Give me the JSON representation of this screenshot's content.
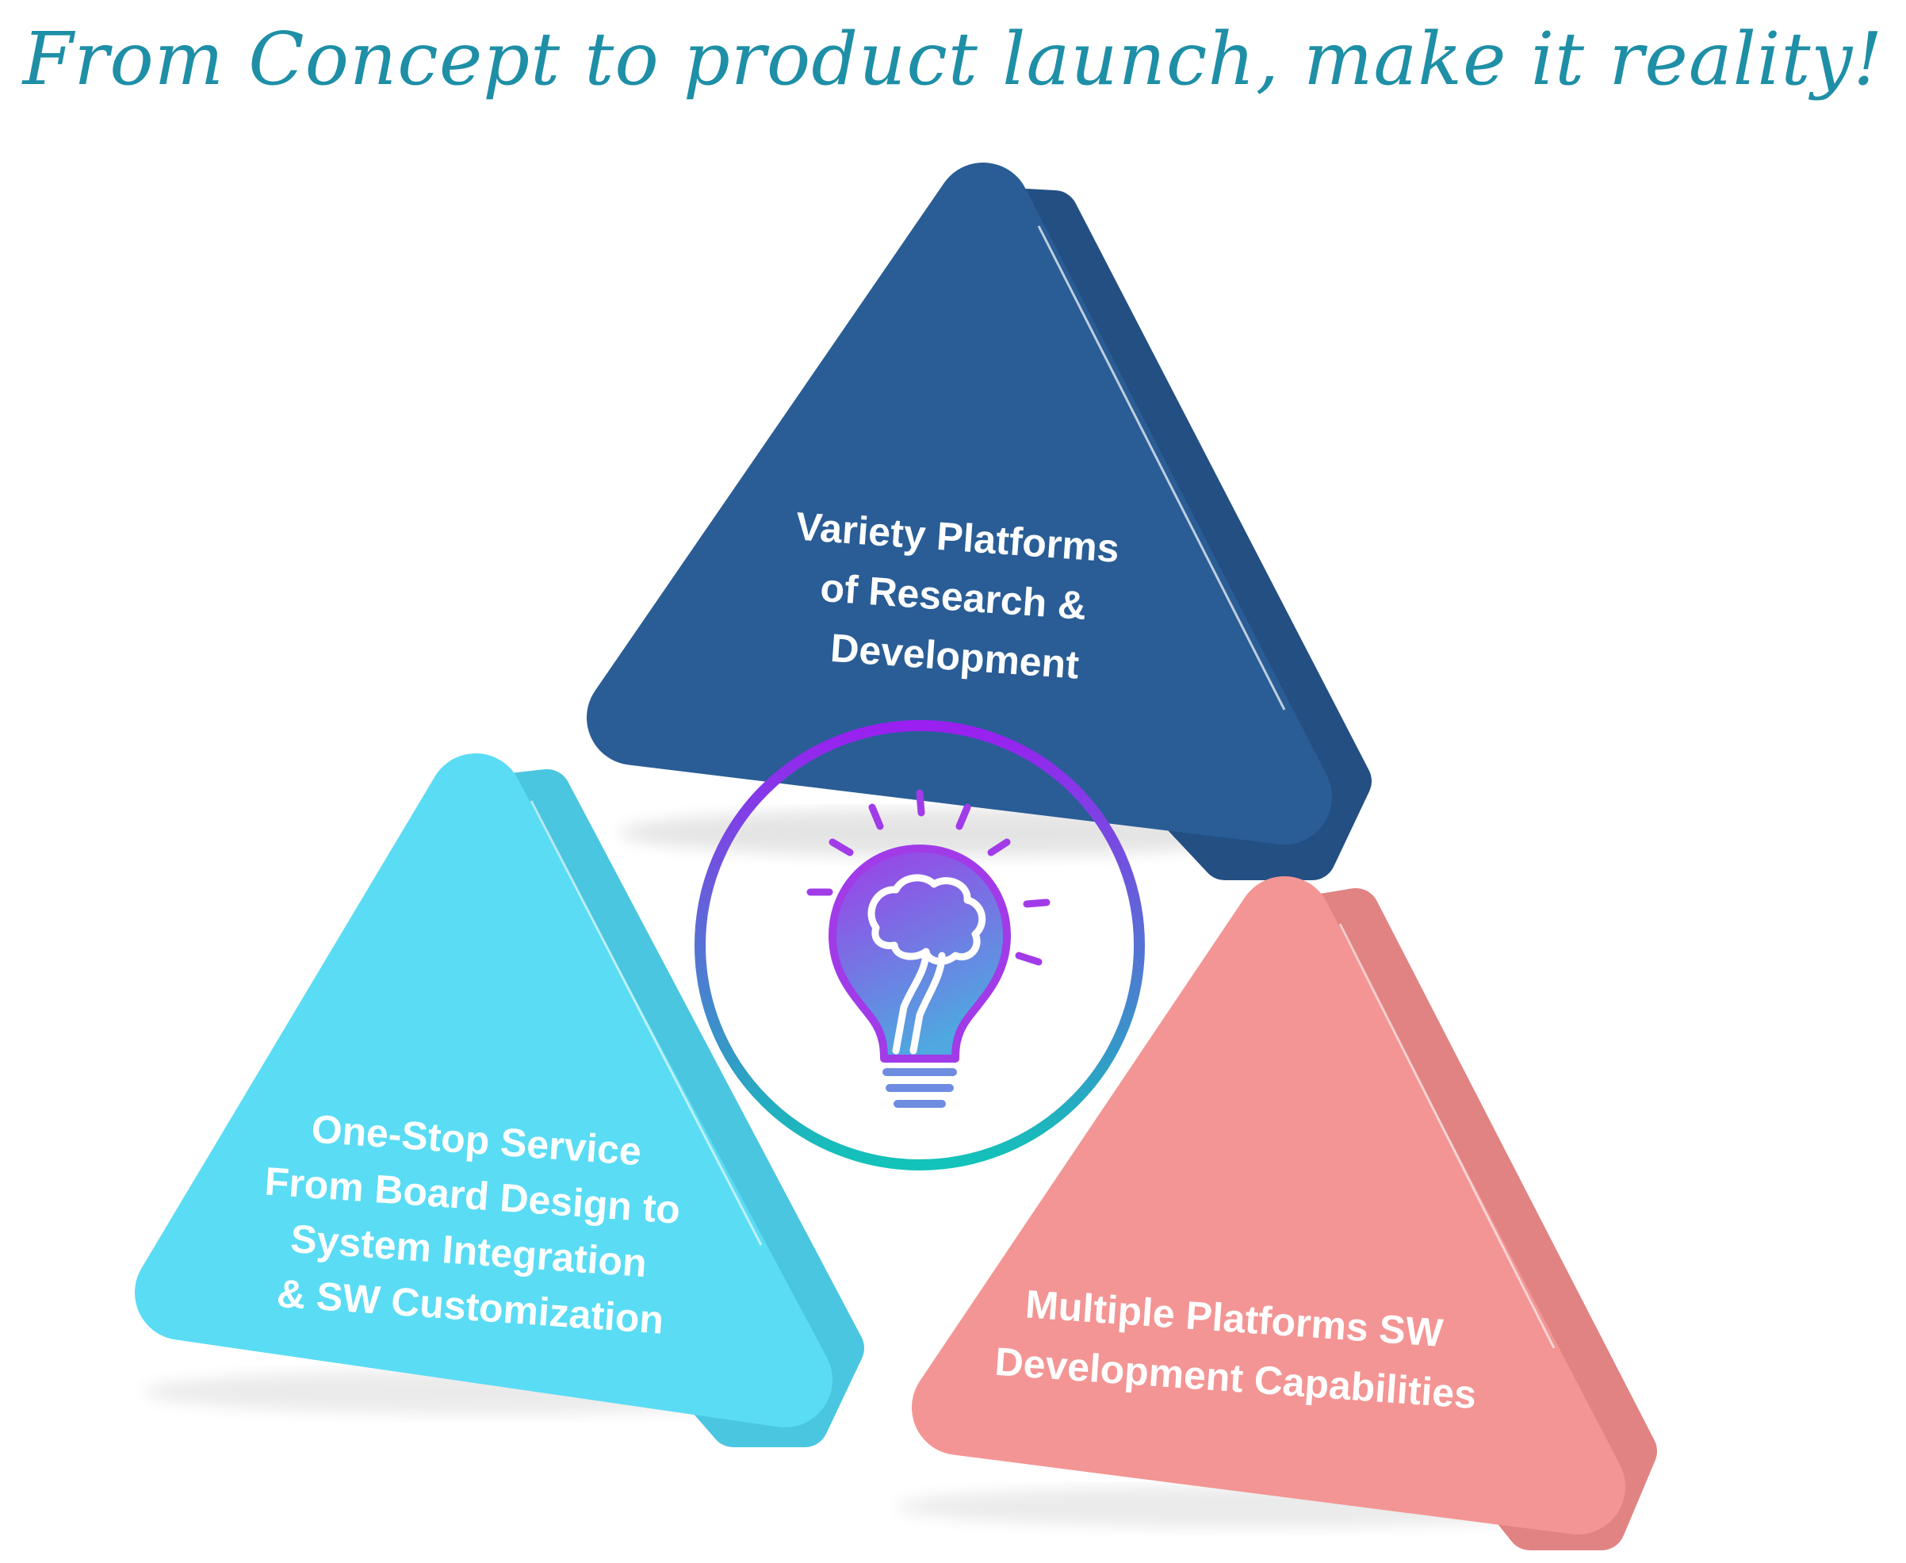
{
  "title": "From Concept to product launch, make it reality!",
  "colors": {
    "title": "#1E8FA6",
    "top_front": "#2A5D96",
    "top_side": "#244F83",
    "left_front": "#5ADCF4",
    "left_side": "#4AC6E0",
    "right_front": "#F39594",
    "right_side": "#E08382",
    "ring_top": "#9B1FF0",
    "ring_bottom": "#12C3B9",
    "bulb_top": "#A13BE8",
    "bulb_bottom": "#4FA8E0"
  },
  "center": {
    "icon": "lightbulb-brain-icon"
  },
  "triangles": {
    "top": {
      "lines": [
        "Variety Platforms",
        "of Research &",
        "Development"
      ]
    },
    "left": {
      "lines": [
        "One-Stop Service",
        "From Board Design to",
        "System Integration",
        "& SW Customization"
      ]
    },
    "right": {
      "lines": [
        "Multiple Platforms SW",
        "Development  Capabilities"
      ]
    }
  }
}
